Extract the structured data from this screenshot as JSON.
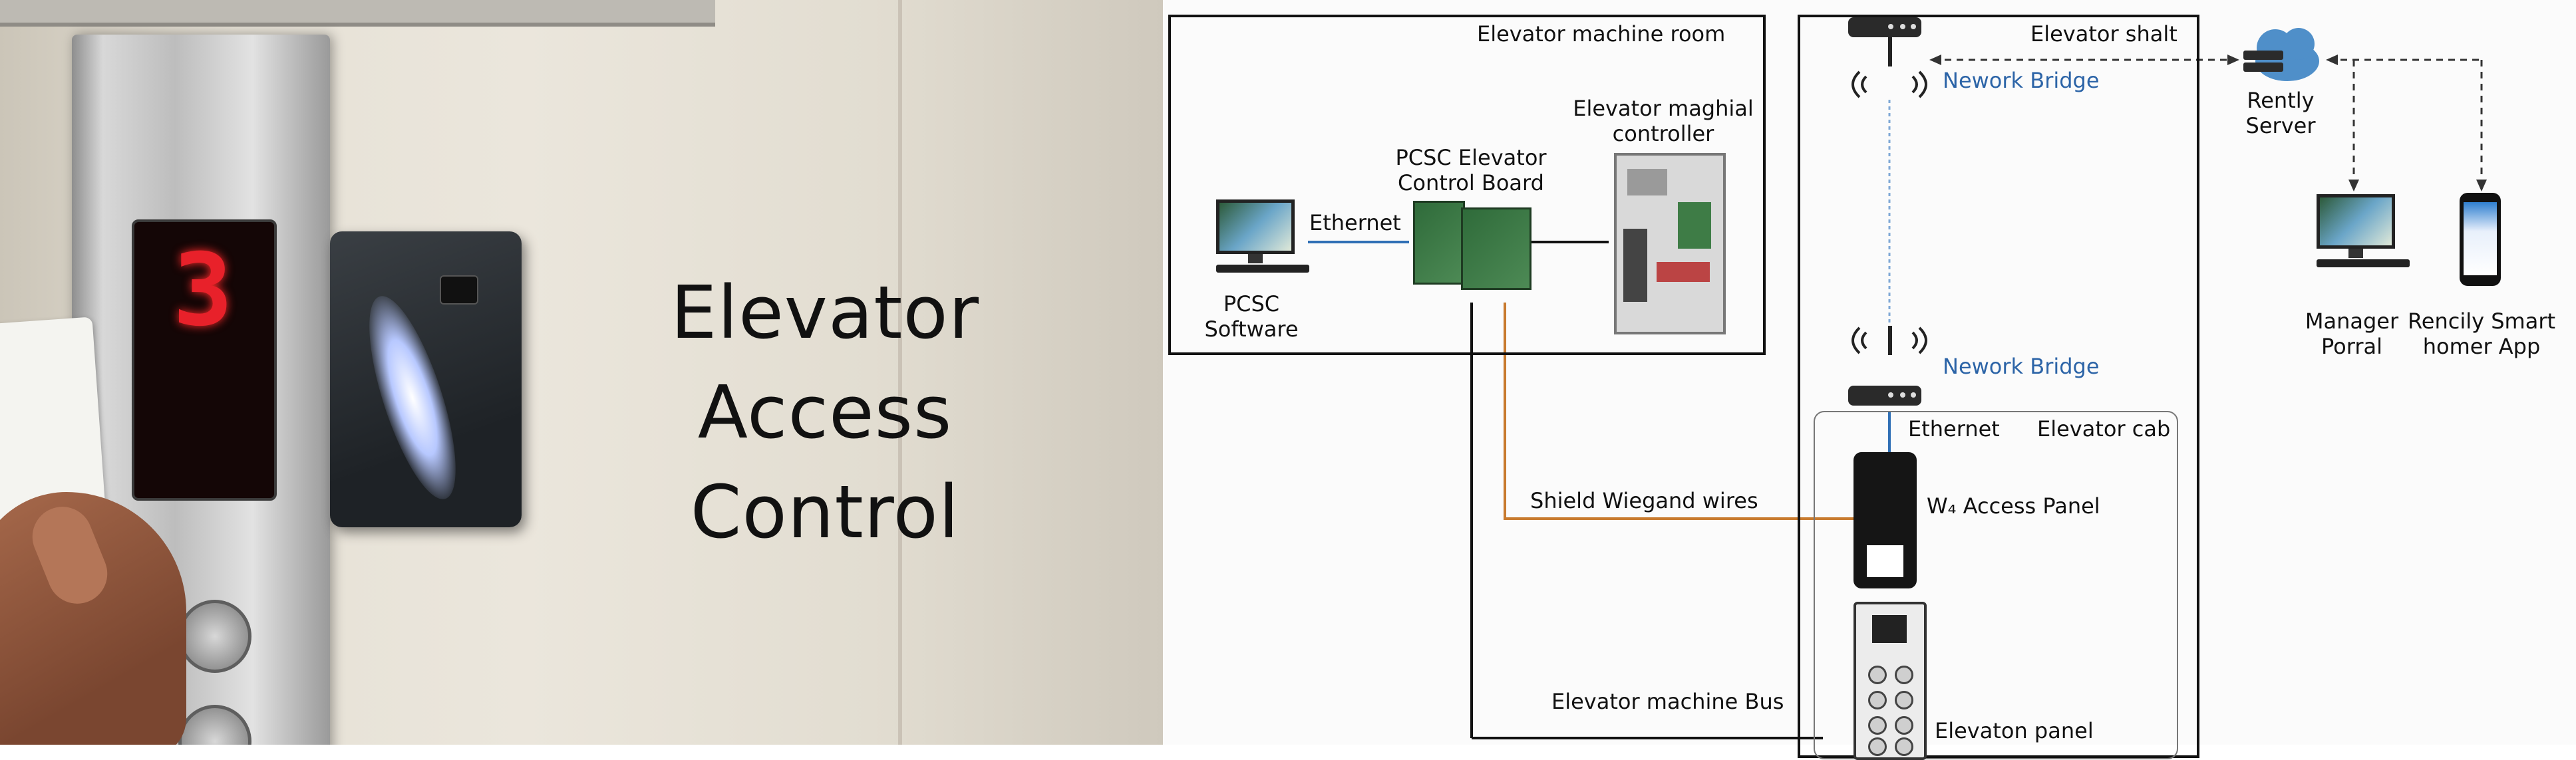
{
  "photo": {
    "title_line1": "Elevator",
    "title_line2": "Access Control",
    "floor_display": "3"
  },
  "diagram": {
    "machine_room_label": "Elevator machine room",
    "shaft_label": "Elevator shalt",
    "cab_label": "Elevator cab",
    "pcsc_software": [
      "PCSC",
      "Software"
    ],
    "ethernet_top": "Ethernet",
    "control_board": [
      "PCSC Elevator",
      "Control Board"
    ],
    "machine_controller": [
      "Elevator maghial",
      "controller"
    ],
    "network_bridge_top": "Nework Bridge",
    "network_bridge_bottom": "Nework Bridge",
    "rently_server": [
      "Rently",
      "Server"
    ],
    "manager_portal": [
      "Manager",
      "Porral"
    ],
    "smart_app": [
      "Rencily Smart",
      "homer App"
    ],
    "ethernet_cab": "Ethernet",
    "wiegand": "Shield Wiegand wires",
    "access_panel": "W₄ Access Panel",
    "machine_bus": "Elevator machine Bus",
    "elevator_panel": "Elevaton panel"
  },
  "colors": {
    "ethernet_line": "#2f6fb5",
    "wiegand_line": "#c87a2e",
    "bridge_text": "#2c64a7",
    "dashed_line": "#333333",
    "cloud": "#4f8fc9"
  },
  "icons": [
    "computer-monitor-icon",
    "circuit-board-icon",
    "controller-cabinet-icon",
    "network-bridge-icon",
    "cloud-server-icon",
    "smartphone-icon",
    "keypad-icon",
    "elevator-panel-icon"
  ]
}
